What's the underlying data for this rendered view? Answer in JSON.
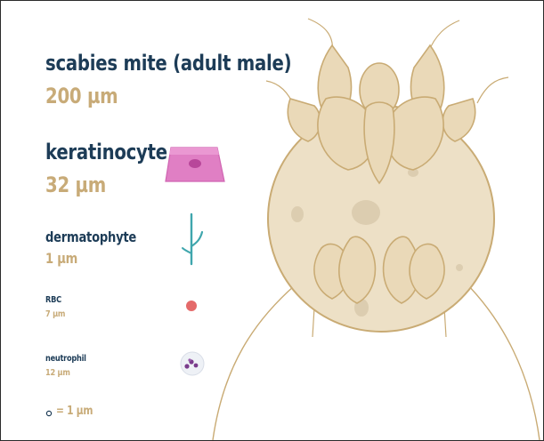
{
  "organisms": [
    {
      "name": "scabies mite (adult male)",
      "size": "200 µm"
    },
    {
      "name": "keratinocyte",
      "size": "32 µm"
    },
    {
      "name": "dermatophyte",
      "size": "1 µm"
    },
    {
      "name": "RBC",
      "size": "7 µm"
    },
    {
      "name": "neutrophil",
      "size": "12 µm"
    }
  ],
  "scale_legend": "= 1 µm",
  "icons": {
    "keratinocyte": "keratinocyte-cell-icon",
    "dermatophyte": "dermatophyte-hypha-icon",
    "rbc": "red-blood-cell-icon",
    "neutrophil": "neutrophil-icon",
    "scale": "scale-dot-icon",
    "mite": "scabies-mite-illustration"
  },
  "colors": {
    "title": "#1d3c57",
    "size": "#c8ab78",
    "mite_fill": "#ede0c6",
    "mite_outline": "#c9ab74",
    "keratinocyte": "#e07fc4",
    "dermatophyte": "#3fa6ad",
    "rbc": "#e46a6a",
    "neutrophil_nucleus": "#7a3c8c"
  }
}
